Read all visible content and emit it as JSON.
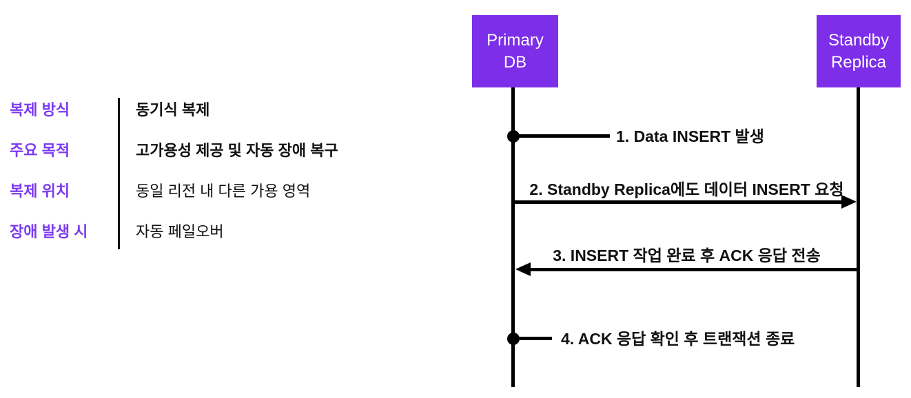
{
  "colors": {
    "accent_box": "#7C2EE8",
    "accent_label_text": "#7C3BF2",
    "line_black": "#111111",
    "background": "#FFFFFF"
  },
  "info_table": {
    "rows": [
      {
        "label": "복제 방식",
        "value": "동기식 복제"
      },
      {
        "label": "주요 목적",
        "value": "고가용성 제공 및 자동 장애 복구"
      },
      {
        "label": "복제 위치",
        "value": "동일 리전 내 다른 가용 영역"
      },
      {
        "label": "장애 발생 시",
        "value": "자동 페일오버"
      }
    ]
  },
  "diagram": {
    "actors": [
      {
        "name": "Primary DB"
      },
      {
        "name": "Standby Replica"
      }
    ],
    "events": [
      {
        "label": "1. Data INSERT 발생",
        "from": "Primary DB",
        "to": "Primary DB"
      },
      {
        "label": "2. Standby Replica에도 데이터 INSERT 요청",
        "from": "Primary DB",
        "to": "Standby Replica"
      },
      {
        "label": "3. INSERT 작업 완료 후 ACK 응답 전송",
        "from": "Standby Replica",
        "to": "Primary DB"
      },
      {
        "label": "4. ACK 응답 확인 후 트랜잭션 종료",
        "from": "Primary DB",
        "to": "Primary DB"
      }
    ]
  }
}
